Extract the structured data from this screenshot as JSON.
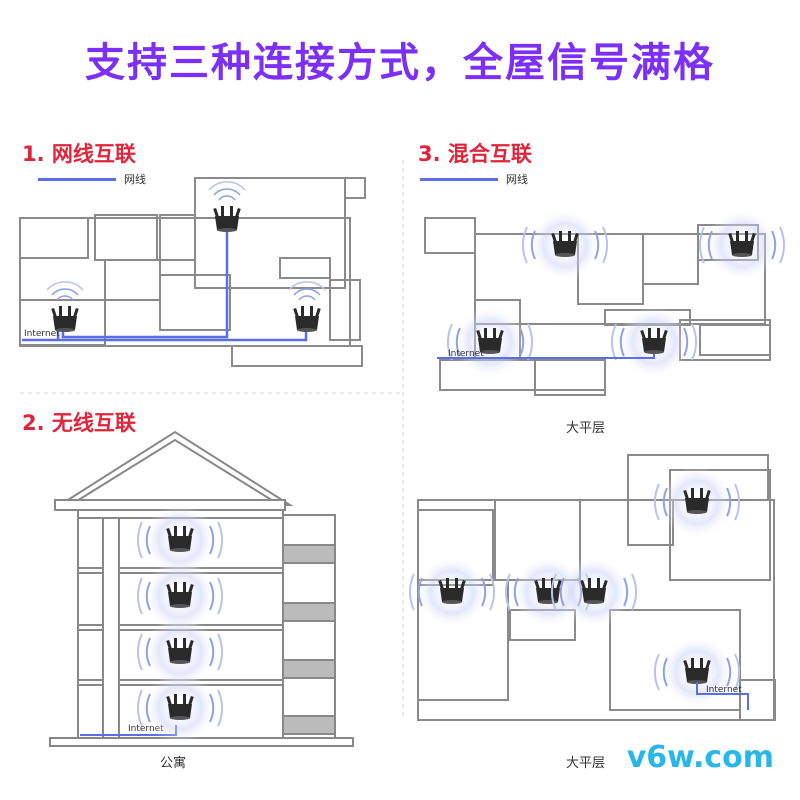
{
  "title": "支持三种连接方式，全屋信号满格",
  "sections": {
    "wired": {
      "label": "1. 网线互联",
      "legend": "网线"
    },
    "wireless": {
      "label": "2. 无线互联"
    },
    "hybrid": {
      "label": "3. 混合互联",
      "legend": "网线"
    }
  },
  "internet_label": "Internet",
  "captions": {
    "apartment": "公寓",
    "flat_top": "大平层",
    "flat_bottom": "大平层"
  },
  "watermark": "v6w.com",
  "colors": {
    "title": "#7b2ff7",
    "section": "#e0243a",
    "cable": "#5b6ee8",
    "signal": "#8fa0e8",
    "watermark": "#29b6e8"
  }
}
